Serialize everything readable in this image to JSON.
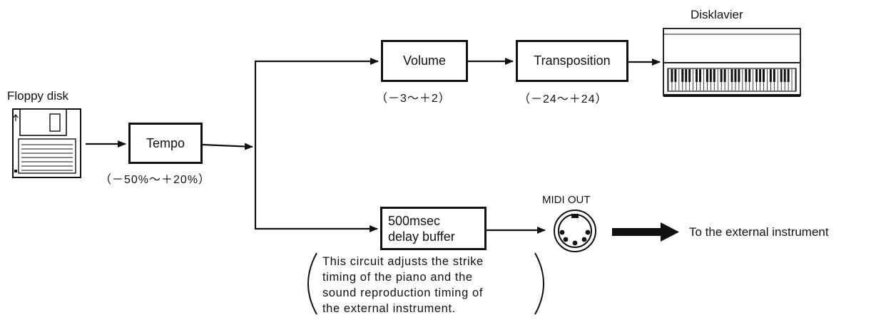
{
  "floppy": {
    "label": "Floppy disk"
  },
  "tempo": {
    "label": "Tempo",
    "range": "（－50%～＋20%）"
  },
  "volume": {
    "label": "Volume",
    "range": "（－3～＋2）"
  },
  "transposition": {
    "label": "Transposition",
    "range": "（－24～＋24）"
  },
  "disklavier": {
    "label": "Disklavier"
  },
  "delay": {
    "line1": "500msec",
    "line2": "delay buffer"
  },
  "midi": {
    "label": "MIDI OUT"
  },
  "external": {
    "label": "To the external instrument"
  },
  "note": {
    "lines": [
      "This circuit adjusts the strike",
      "timing of the piano and the",
      "sound reproduction timing of",
      "the external instrument."
    ]
  }
}
